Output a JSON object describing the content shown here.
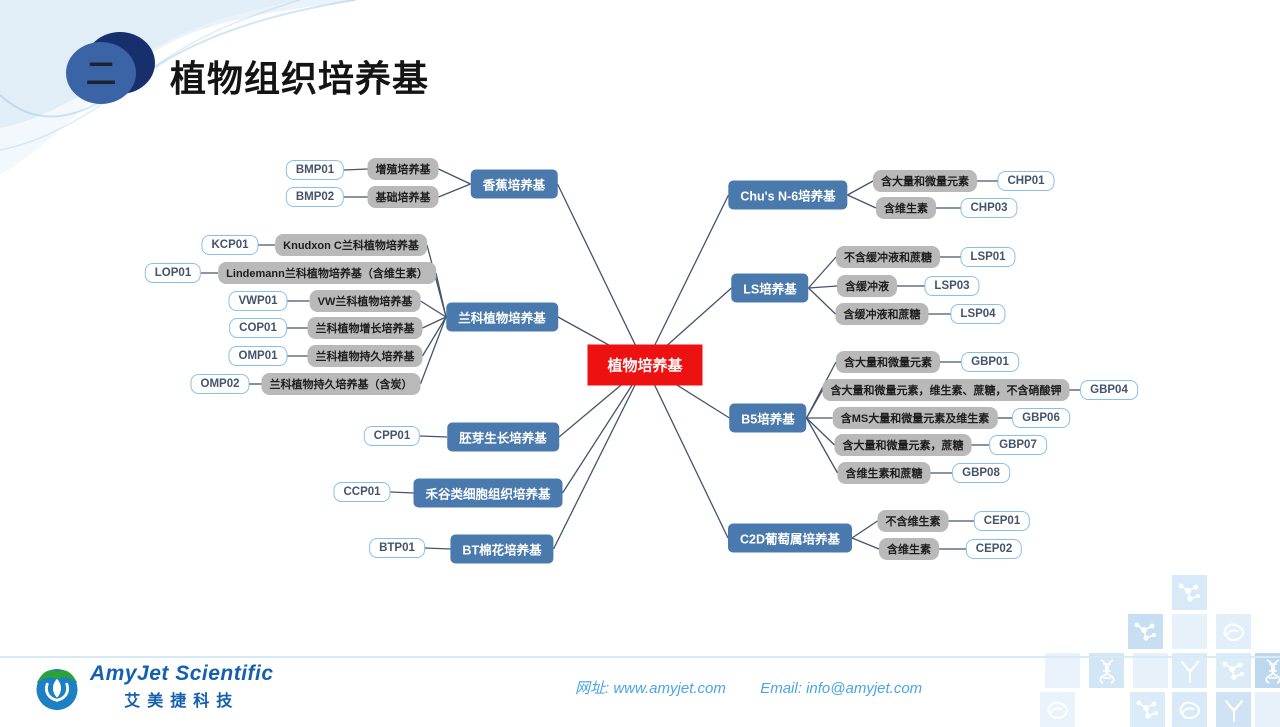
{
  "slide": {
    "section_number": "二",
    "title": "植物组织培养基"
  },
  "mindmap": {
    "center": "植物培养基",
    "left_branches": [
      {
        "label": "香蕉培养基",
        "children": [
          {
            "desc": "增殖培养基",
            "code": "BMP01"
          },
          {
            "desc": "基础培养基",
            "code": "BMP02"
          }
        ]
      },
      {
        "label": "兰科植物培养基",
        "children": [
          {
            "desc": "Knudxon C兰科植物培养基",
            "code": "KCP01"
          },
          {
            "desc": "Lindemann兰科植物培养基（含维生素）",
            "code": "LOP01"
          },
          {
            "desc": "VW兰科植物培养基",
            "code": "VWP01"
          },
          {
            "desc": "兰科植物增长培养基",
            "code": "COP01"
          },
          {
            "desc": "兰科植物持久培养基",
            "code": "OMP01"
          },
          {
            "desc": "兰科植物持久培养基（含炭）",
            "code": "OMP02"
          }
        ]
      },
      {
        "label": "胚芽生长培养基",
        "children": [
          {
            "desc": null,
            "code": "CPP01"
          }
        ]
      },
      {
        "label": "禾谷类细胞组织培养基",
        "children": [
          {
            "desc": null,
            "code": "CCP01"
          }
        ]
      },
      {
        "label": "BT棉花培养基",
        "children": [
          {
            "desc": null,
            "code": "BTP01"
          }
        ]
      }
    ],
    "right_branches": [
      {
        "label": "Chu's N-6培养基",
        "children": [
          {
            "desc": "含大量和微量元素",
            "code": "CHP01"
          },
          {
            "desc": "含维生素",
            "code": "CHP03"
          }
        ]
      },
      {
        "label": "LS培养基",
        "children": [
          {
            "desc": "不含缓冲液和蔗糖",
            "code": "LSP01"
          },
          {
            "desc": "含缓冲液",
            "code": "LSP03"
          },
          {
            "desc": "含缓冲液和蔗糖",
            "code": "LSP04"
          }
        ]
      },
      {
        "label": "B5培养基",
        "children": [
          {
            "desc": "含大量和微量元素",
            "code": "GBP01"
          },
          {
            "desc": "含大量和微量元素，维生素、蔗糖，不含硝酸钾",
            "code": "GBP04"
          },
          {
            "desc": "含MS大量和微量元素及维生素",
            "code": "GBP06"
          },
          {
            "desc": "含大量和微量元素，蔗糖",
            "code": "GBP07"
          },
          {
            "desc": "含维生素和蔗糖",
            "code": "GBP08"
          }
        ]
      },
      {
        "label": "C2D葡萄属培养基",
        "children": [
          {
            "desc": "不含维生素",
            "code": "CEP01"
          },
          {
            "desc": "含维生素",
            "code": "CEP02"
          }
        ]
      }
    ]
  },
  "footer": {
    "logo_primary": "AmyJet Scientific",
    "logo_secondary": "艾美捷科技",
    "website_label": "网址:",
    "website": "www.amyjet.com",
    "email_label": "Email:",
    "email": "info@amyjet.com"
  },
  "colors": {
    "center_bg": "#ee1111",
    "branch_bg": "#4a79ae",
    "label_bg": "#b9b9b9",
    "code_border": "#85c1ec",
    "connector": "#44546a",
    "accent_light_blue": "#49a5e4",
    "logo_blue": "#155fb0",
    "logo_green": "#2aa33a"
  }
}
